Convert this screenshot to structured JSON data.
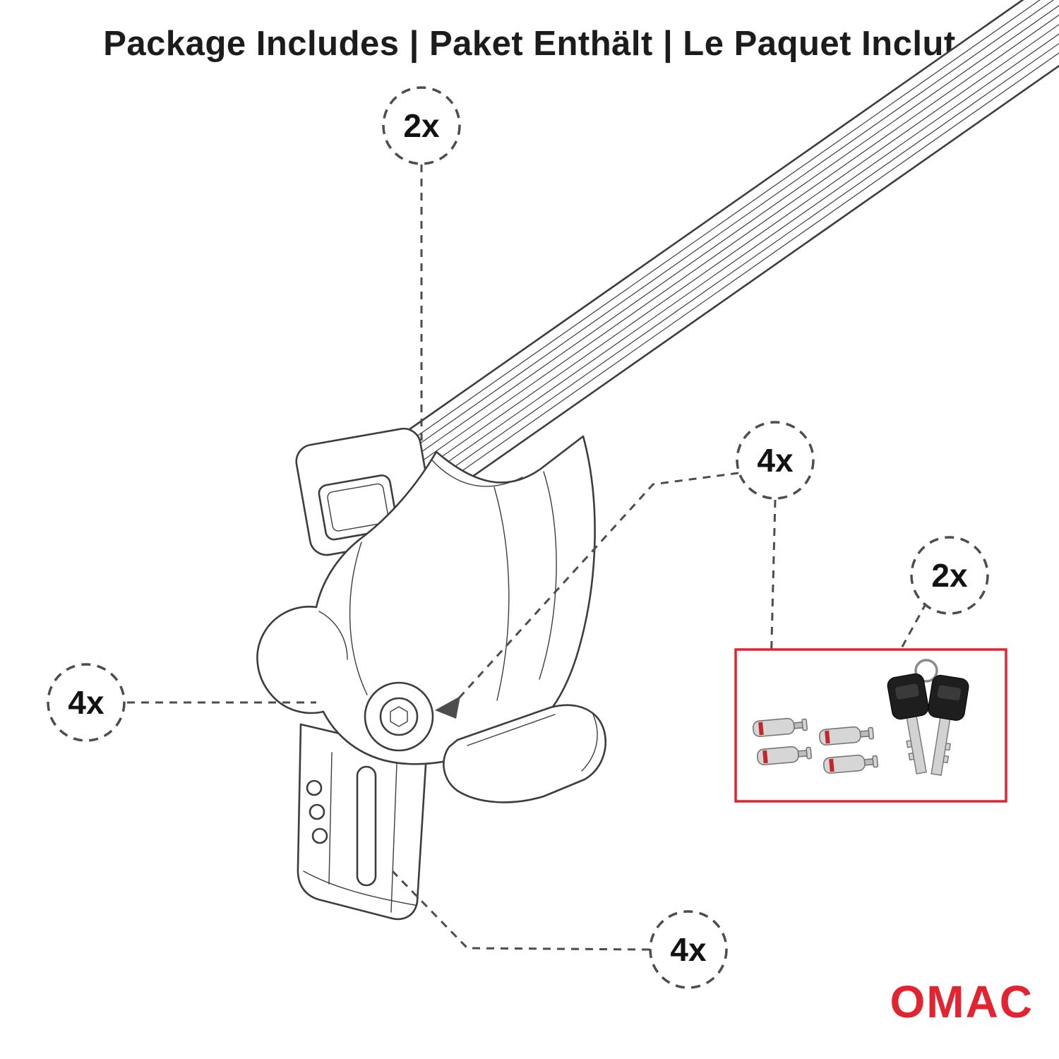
{
  "title": "Package Includes | Paket Enthält | Le Paquet Inclut",
  "brand": {
    "name": "OMAC",
    "color": "#e32330"
  },
  "colors": {
    "accent_red": "#e32330",
    "line_gray": "#3d3d3d"
  },
  "callouts": [
    {
      "part": "crossbar",
      "label": "2x"
    },
    {
      "part": "lock-cylinders",
      "label": "4x"
    },
    {
      "part": "keys",
      "label": "2x"
    },
    {
      "part": "mounting-foot",
      "label": "4x"
    },
    {
      "part": "clamp-bracket",
      "label": "4x"
    }
  ],
  "parts_box": {
    "items": [
      "lock-cylinders",
      "keys"
    ]
  }
}
